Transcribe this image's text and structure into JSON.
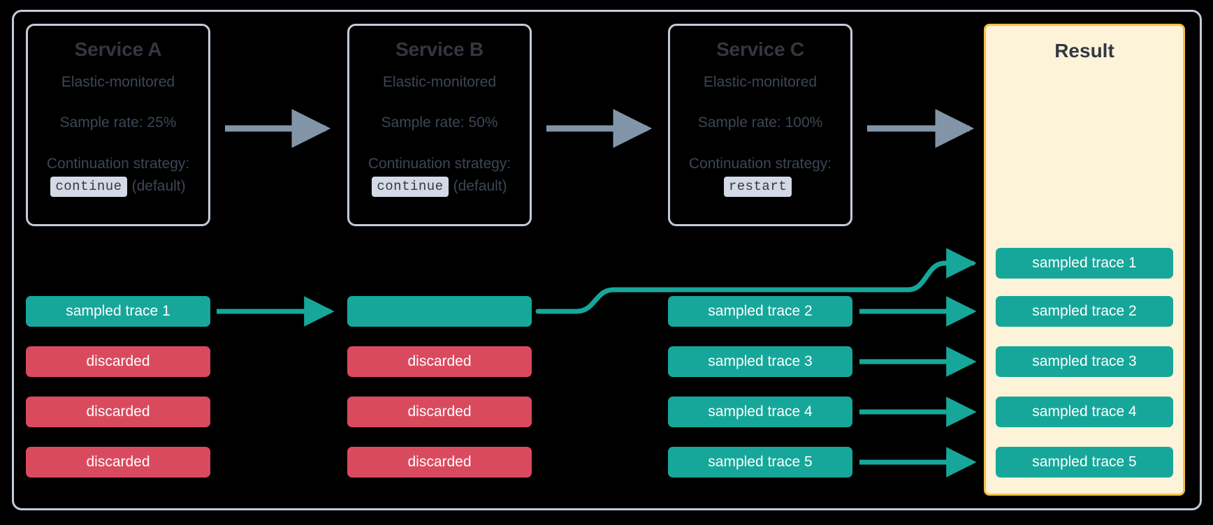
{
  "diagram": {
    "title": "Distributed tracing sampling across services",
    "colors": {
      "background": "#000000",
      "frame_border": "#c3ccd6",
      "service_border": "#c3ccd6",
      "service_text": "#3e4654",
      "heading_text": "#343741",
      "sampled": "#16a79a",
      "discarded": "#da4a5e",
      "result_bg": "#fdf3d8",
      "result_border": "#f5c042",
      "service_arrow": "#8295a8",
      "trace_arrow": "#16a79a",
      "code_chip_bg": "#d3dae6"
    }
  },
  "services": [
    {
      "id": "service-a",
      "title": "Service A",
      "monitored": "Elastic-monitored",
      "sample_rate": "Sample rate: 25%",
      "strategy_label": "Continuation strategy:",
      "strategy_value": "continue",
      "strategy_note": "(default)"
    },
    {
      "id": "service-b",
      "title": "Service B",
      "monitored": "Elastic-monitored",
      "sample_rate": "Sample rate: 50%",
      "strategy_label": "Continuation strategy:",
      "strategy_value": "continue",
      "strategy_note": "(default)"
    },
    {
      "id": "service-c",
      "title": "Service C",
      "monitored": "Elastic-monitored",
      "sample_rate": "Sample rate: 100%",
      "strategy_label": "Continuation strategy:",
      "strategy_value": "restart",
      "strategy_note": ""
    }
  ],
  "result": {
    "title": "Result"
  },
  "columns": {
    "service_a": [
      {
        "label": "sampled trace 1",
        "state": "sampled"
      },
      {
        "label": "discarded",
        "state": "discarded"
      },
      {
        "label": "discarded",
        "state": "discarded"
      },
      {
        "label": "discarded",
        "state": "discarded"
      }
    ],
    "service_b": [
      {
        "label": "",
        "state": "sampled"
      },
      {
        "label": "discarded",
        "state": "discarded"
      },
      {
        "label": "discarded",
        "state": "discarded"
      },
      {
        "label": "discarded",
        "state": "discarded"
      }
    ],
    "service_c": [
      {
        "label": "sampled trace 2",
        "state": "sampled"
      },
      {
        "label": "sampled trace 3",
        "state": "sampled"
      },
      {
        "label": "sampled trace 4",
        "state": "sampled"
      },
      {
        "label": "sampled trace 5",
        "state": "sampled"
      }
    ],
    "result": [
      {
        "label": "sampled trace 1",
        "state": "sampled"
      },
      {
        "label": "sampled trace 2",
        "state": "sampled"
      },
      {
        "label": "sampled trace 3",
        "state": "sampled"
      },
      {
        "label": "sampled trace 4",
        "state": "sampled"
      },
      {
        "label": "sampled trace 5",
        "state": "sampled"
      }
    ]
  }
}
